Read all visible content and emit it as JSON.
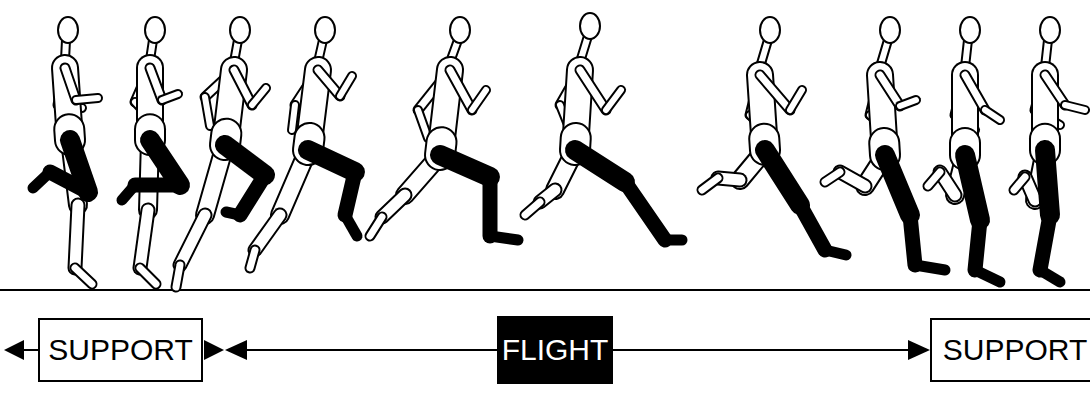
{
  "diagram": {
    "nodes": [
      {
        "text": [
          "SUPPORT"
        ]
      },
      {
        "text": [
          "FLIGHT"
        ]
      },
      {
        "text": [
          "SUPPORT"
        ]
      }
    ],
    "edges": [
      {
        "from": 1,
        "to": 0,
        "arrow": "to"
      },
      {
        "from": 1,
        "to": 2,
        "arrow": "to"
      }
    ]
  }
}
